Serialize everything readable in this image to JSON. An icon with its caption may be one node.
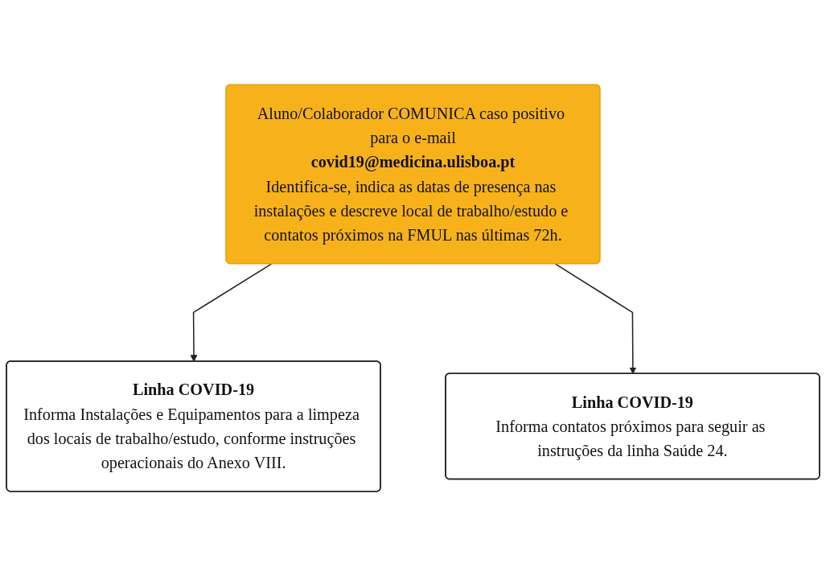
{
  "diagram": {
    "nodes": [
      {
        "text": [
          "Aluno/Colaborador COMUNICA caso positivo para o e-mail",
          "covid19@medicina.ulisboa.pt",
          "Identifica-se, indica as datas de presença nas instalações e descreve local de trabalho/estudo e contatos próximos na FMUL nas últimas 72h."
        ]
      },
      {
        "text": [
          "Linha COVID-19",
          "Informa Instalações e Equipamentos para a limpeza dos locais de trabalho/estudo, conforme instruções operacionais do Anexo VIII."
        ]
      },
      {
        "text": [
          "Linha COVID-19",
          "Informa contatos próximos para seguir as instruções da linha Saúde 24."
        ]
      }
    ],
    "edges": [
      {
        "from": 0,
        "to": 1,
        "arrow": "to"
      },
      {
        "from": 0,
        "to": 2,
        "arrow": "to"
      }
    ]
  }
}
